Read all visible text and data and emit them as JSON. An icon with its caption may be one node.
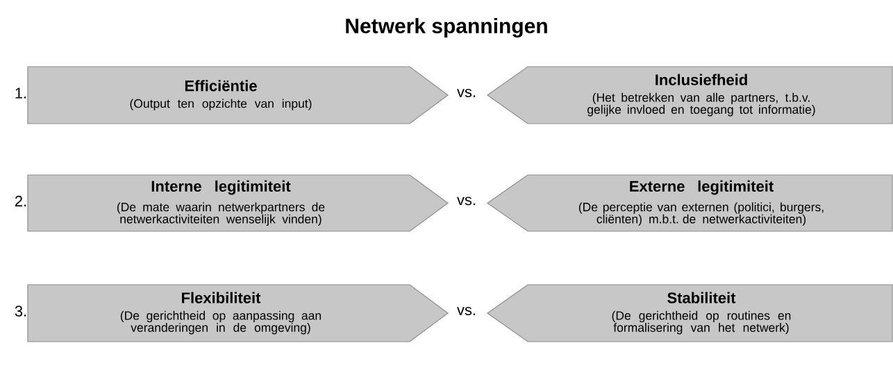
{
  "diagram": {
    "title": "Netwerk spanningen",
    "nodes": [
      {
        "text": [
          "Efficiëntie",
          "(Output ten opzichte van input)"
        ]
      },
      {
        "text": [
          "Inclusiefheid",
          "(Het betrekken van alle partners, t.b.v. gelijke invloed en toegang tot informatie)"
        ]
      },
      {
        "text": [
          "Interne legitimiteit",
          "(De mate waarin netwerkpartners de netwerkactiviteiten wenselijk vinden)"
        ]
      },
      {
        "text": [
          "Externe legitimiteit",
          "(De perceptie van externen (politici, burgers, cliënten) m.b.t. de netwerkactiviteiten)"
        ]
      },
      {
        "text": [
          "Flexibiliteit",
          "(De gerichtheid op aanpassing aan veranderingen in de omgeving)"
        ]
      },
      {
        "text": [
          "Stabiliteit",
          "(De gerichtheid op routines en formalisering van het netwerk)"
        ]
      }
    ],
    "labels": [
      "1.",
      "vs.",
      "2.",
      "vs.",
      "3.",
      "vs."
    ]
  }
}
